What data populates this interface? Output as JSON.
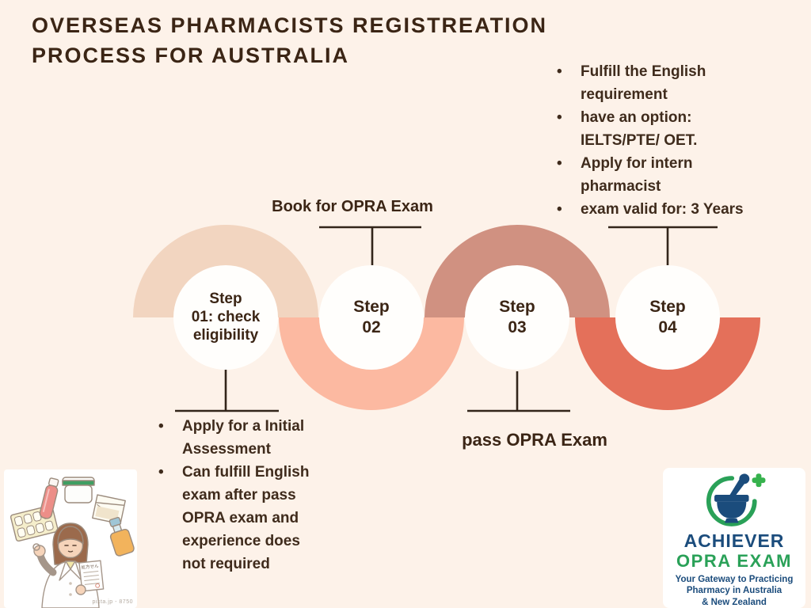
{
  "title": {
    "line1": "OVERSEAS PHARMACISTS REGISTREATION",
    "line2": "PROCESS FOR AUSTRALIA"
  },
  "colors": {
    "background": "#fdf2e9",
    "arch1_tan": "#f2d5c0",
    "u2_salmon": "#fcb9a1",
    "arch3_rose": "#d09181",
    "u4_coral": "#e4705a",
    "circle": "#fffefc",
    "connector_line": "#33251a",
    "text_brown": "#3b2515",
    "logo_navy": "#1b4c7c",
    "logo_green": "#2aa158",
    "logo_plus_green": "#36b24d"
  },
  "steps": [
    {
      "label_lines": [
        "Step",
        "01: check",
        "eligibility"
      ]
    },
    {
      "label_lines": [
        "Step",
        "02"
      ]
    },
    {
      "label_lines": [
        "Step",
        "03"
      ]
    },
    {
      "label_lines": [
        "Step",
        "04"
      ]
    }
  ],
  "annotations": {
    "book_exam": "Book for OPRA Exam",
    "pass_exam": "pass OPRA Exam"
  },
  "right_list": {
    "lines": [
      {
        "marker": "•",
        "text": "Fulfill the English"
      },
      {
        "marker": "",
        "text": "requirement"
      },
      {
        "marker": "•",
        "text": "have an option:"
      },
      {
        "marker": "",
        "text": "IELTS/PTE/ OET."
      },
      {
        "marker": "•",
        "text": "Apply for intern"
      },
      {
        "marker": "",
        "text": "pharmacist"
      },
      {
        "marker": "•",
        "text": "exam valid for: 3 Years"
      }
    ]
  },
  "left_list": {
    "lines": [
      {
        "marker": "•",
        "text": "Apply for a Initial"
      },
      {
        "marker": "",
        "text": "Assessment"
      },
      {
        "marker": "•",
        "text": "Can fulfill English"
      },
      {
        "marker": "",
        "text": "exam after pass"
      },
      {
        "marker": "",
        "text": "OPRA exam and"
      },
      {
        "marker": "",
        "text": "experience does"
      },
      {
        "marker": "",
        "text": "not required"
      }
    ]
  },
  "logo": {
    "brand_top": "ACHIEVER",
    "brand_bottom": "OPRA EXAM",
    "tagline_line1": "Your Gateway to Practicing",
    "tagline_line2": "Pharmacy in Australia",
    "tagline_line3": "& New Zealand"
  },
  "illustration": {
    "watermark": "pixta.jp - 8750"
  }
}
